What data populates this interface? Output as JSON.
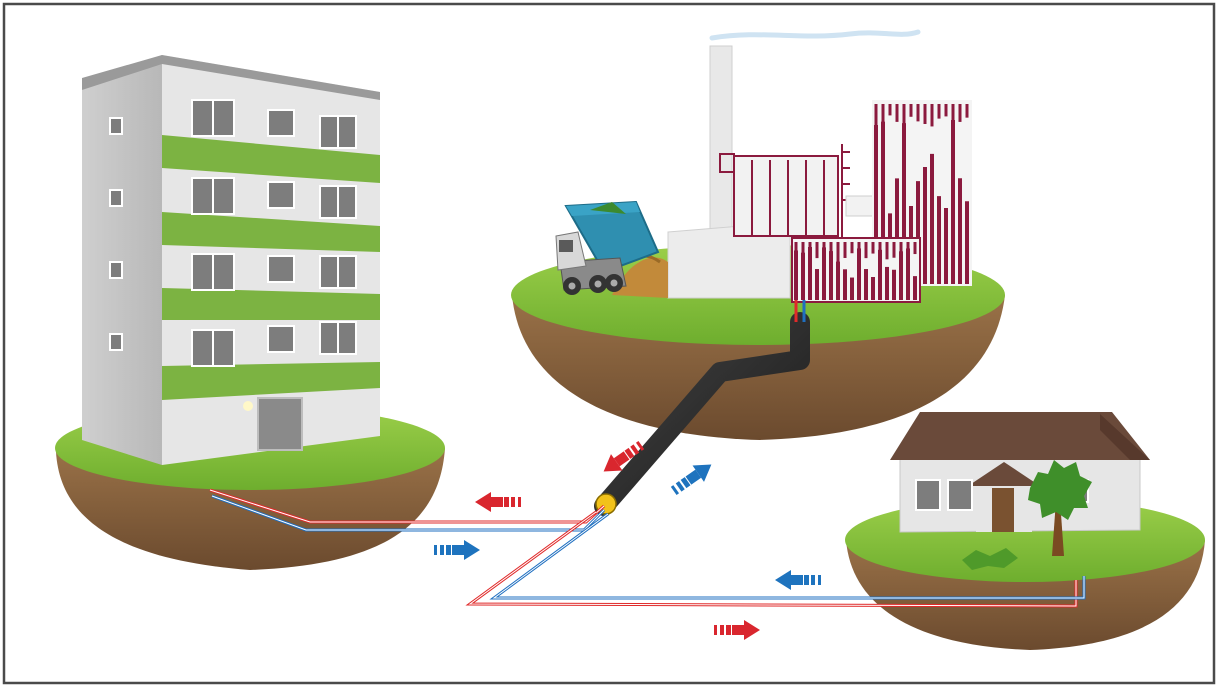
{
  "diagram": {
    "colors": {
      "frame": "#4a4a4a",
      "grass": "#8cc63f",
      "grass_dark": "#5fa12a",
      "soil": "#8b6540",
      "soil_dark": "#6b4a2e",
      "building_wall": "#e4e4e4",
      "building_band": "#7cb342",
      "window": "#7d7d7d",
      "plant_accent": "#8b1a3e",
      "plant_wall": "#ececec",
      "truck_body": "#2f8fb0",
      "roof": "#6a4a3a",
      "pipe_hot": "#e02a2a",
      "pipe_cold": "#1f6fc0",
      "pipe_trunk": "#2b2b2b",
      "arrow_hot": "#d9262e",
      "arrow_cold": "#1e73be",
      "tree": "#3f8f2a"
    },
    "elements": [
      {
        "name": "apartment-building",
        "icon": "apartment-block-icon"
      },
      {
        "name": "biomass-heating-plant",
        "icon": "power-plant-icon"
      },
      {
        "name": "dump-truck",
        "icon": "dump-truck-icon"
      },
      {
        "name": "family-house",
        "icon": "house-icon"
      },
      {
        "name": "tree",
        "icon": "tree-icon"
      },
      {
        "name": "district-heating-pipes",
        "icon": "pipe-icon"
      }
    ],
    "flow_arrows": [
      {
        "name": "hot-flow-arrow-from-plant",
        "flow": "hot"
      },
      {
        "name": "cold-flow-arrow-to-plant",
        "flow": "cold"
      },
      {
        "name": "hot-flow-arrow-to-apartments",
        "flow": "hot"
      },
      {
        "name": "cold-flow-arrow-from-apartments",
        "flow": "cold"
      },
      {
        "name": "cold-flow-arrow-from-house",
        "flow": "cold"
      },
      {
        "name": "hot-flow-arrow-to-house",
        "flow": "hot"
      }
    ]
  }
}
